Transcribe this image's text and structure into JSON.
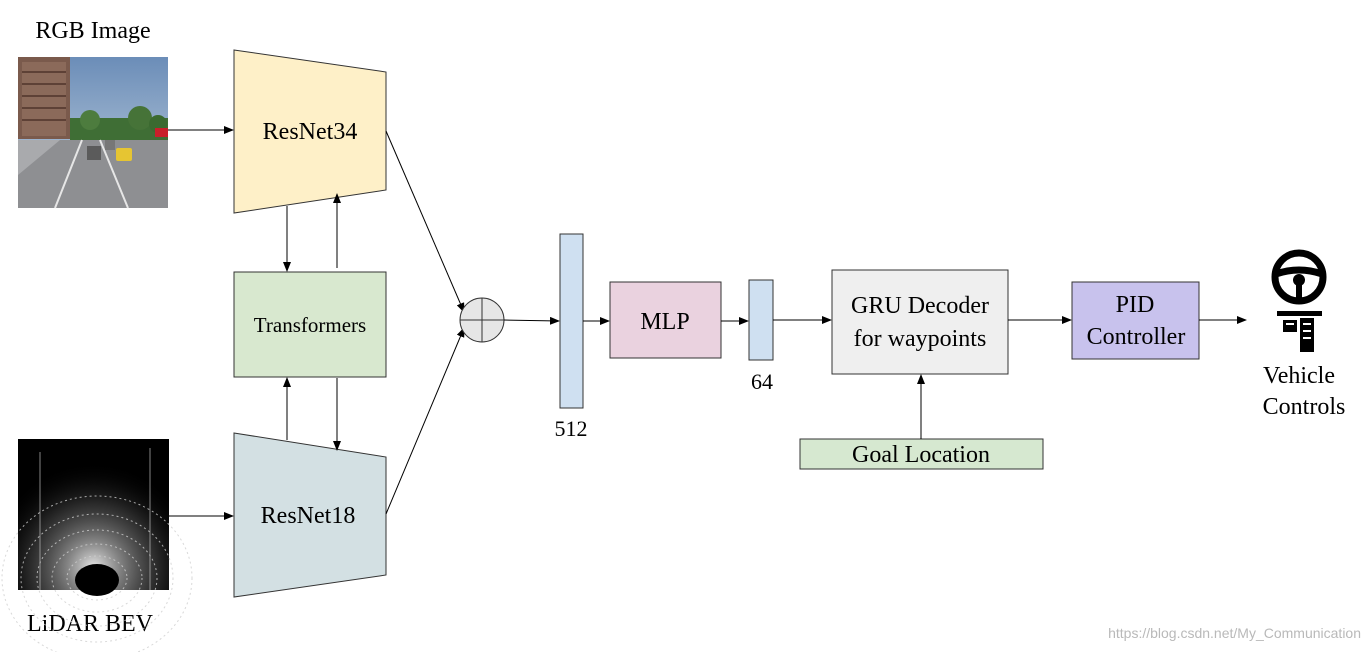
{
  "inputs": {
    "rgb_label": "RGB Image",
    "lidar_label": "LiDAR BEV"
  },
  "encoders": {
    "rgb_encoder": "ResNet34",
    "lidar_encoder": "ResNet18",
    "fusion": "Transformers"
  },
  "features": {
    "fused_dim": "512",
    "mlp_label": "MLP",
    "mlp_dim": "64"
  },
  "decoder": {
    "line1": "GRU Decoder",
    "line2": "for waypoints"
  },
  "goal": {
    "label": "Goal Location"
  },
  "controller": {
    "line1": "PID",
    "line2": "Controller"
  },
  "output": {
    "line1": "Vehicle",
    "line2": "Controls"
  },
  "watermark": "https://blog.csdn.net/My_Communication",
  "colors": {
    "rgb_encoder": "#fef0c8",
    "lidar_encoder": "#d3e0e3",
    "transformers": "#d8e8cf",
    "feature_bar": "#cfe0f1",
    "mlp": "#ead2df",
    "gru": "#efefef",
    "goal": "#d6e8d0",
    "pid": "#c8c2ed"
  }
}
